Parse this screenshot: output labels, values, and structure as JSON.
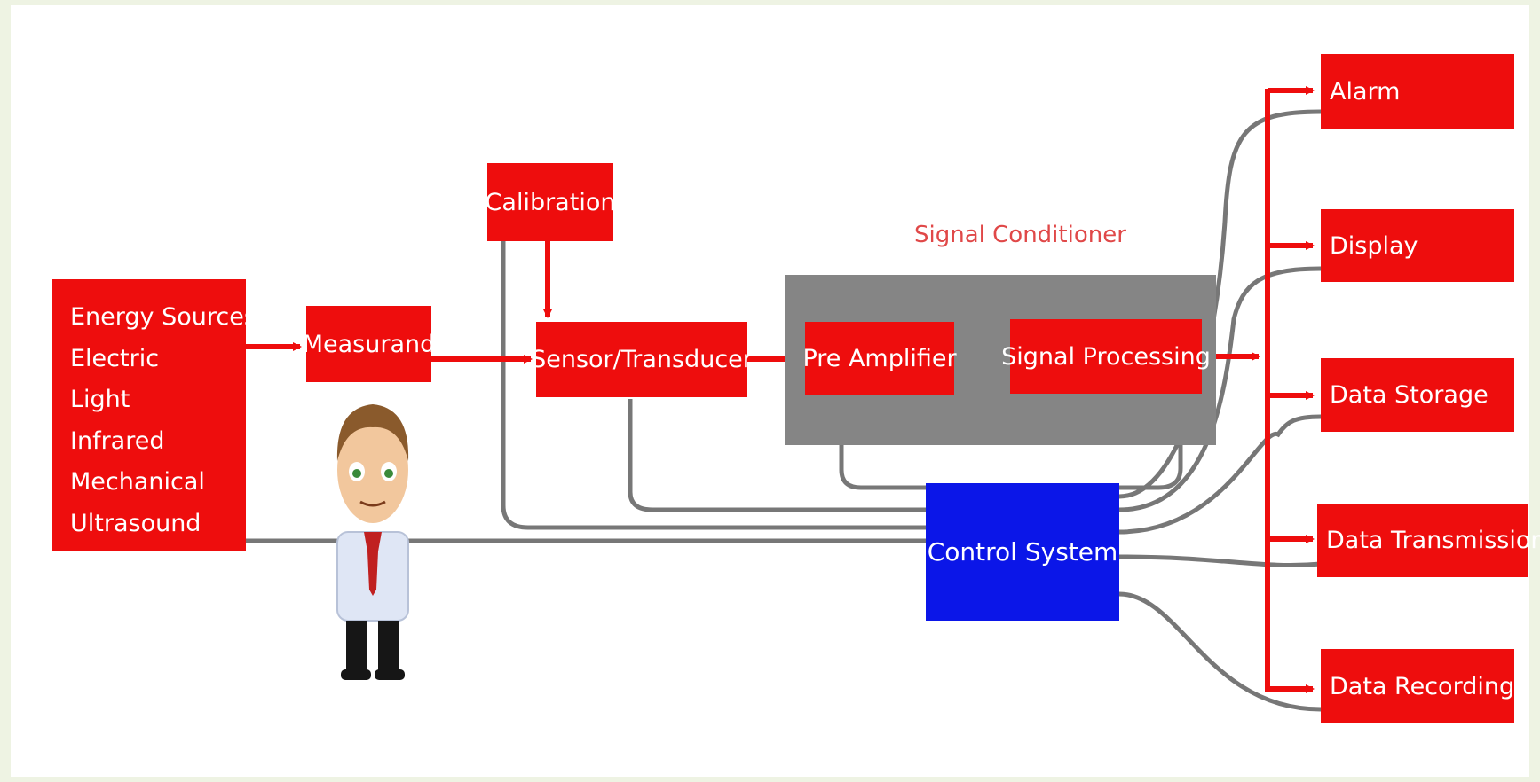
{
  "diagram": {
    "energy_sources": [
      "Energy Sources",
      "Electric",
      "Light",
      "Infrared",
      "Mechanical",
      "Ultrasound"
    ],
    "measurand": "Measurand",
    "calibration": "Calibration",
    "sensor": "Sensor/Transducer",
    "signal_conditioner_label": "Signal Conditioner",
    "pre_amplifier": "Pre Amplifier",
    "signal_processing": "Signal Processing",
    "control_system": "Control System",
    "outputs": [
      "Alarm",
      "Display",
      "Data Storage",
      "Data Transmission",
      "Data Recording"
    ]
  },
  "colors": {
    "block": "#ee0d0d",
    "control": "#0b16e8",
    "conditioner": "#858585",
    "wire": "#777777",
    "background": "#eef3e3"
  }
}
